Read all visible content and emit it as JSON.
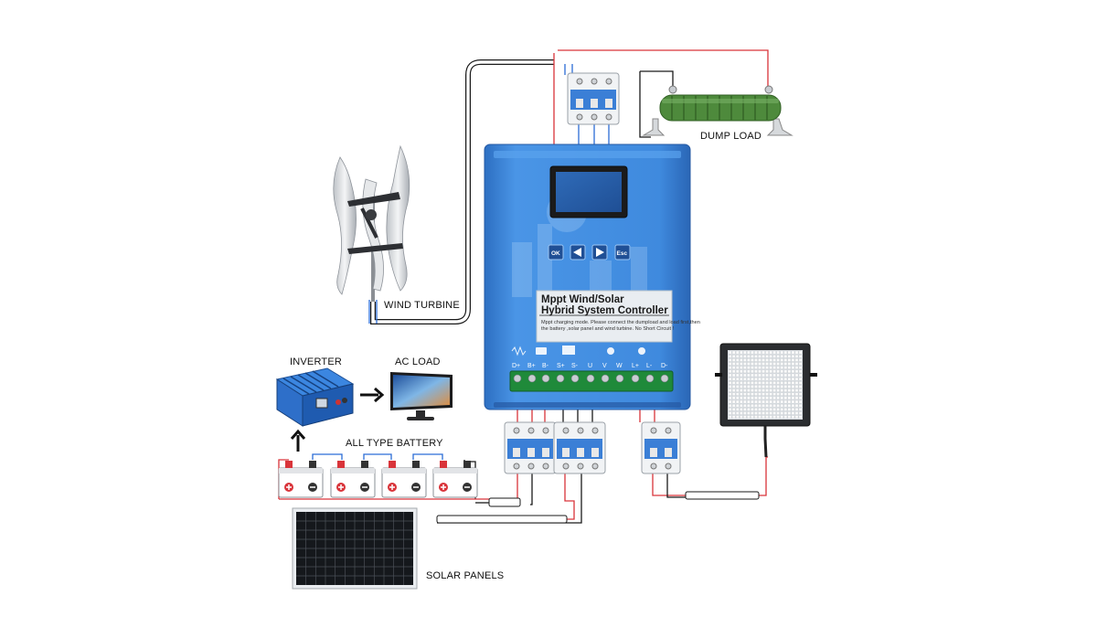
{
  "labels": {
    "wind_turbine": "WIND TURBINE",
    "dump_load": "DUMP LOAD",
    "inverter": "INVERTER",
    "ac_load": "AC LOAD",
    "all_type_battery": "ALL TYPE BATTERY",
    "solar_panels": "SOLAR PANELS"
  },
  "controller": {
    "title_line1": "Mppt Wind/Solar",
    "title_line2": "Hybrid System Controller",
    "note": "Mppt charging mode. Please connect the dumpload and load first,then the battery ,solar panel and wind turbine. No Short Circuit !",
    "buttons": [
      "OK",
      "◀",
      "▶",
      "Esc"
    ],
    "terminals": [
      "D+",
      "B+",
      "B-",
      "S+",
      "S-",
      "U",
      "V",
      "W",
      "L+",
      "L-",
      "D-"
    ]
  },
  "colors": {
    "controller_blue": "#3a86d8",
    "wire_red": "#d9343a",
    "wire_blue": "#2b6cd6",
    "wire_black": "#1a1a1a",
    "resistor_green": "#4e8a3c"
  },
  "icons": [
    "up-arrow-icon",
    "right-arrow-icon"
  ]
}
